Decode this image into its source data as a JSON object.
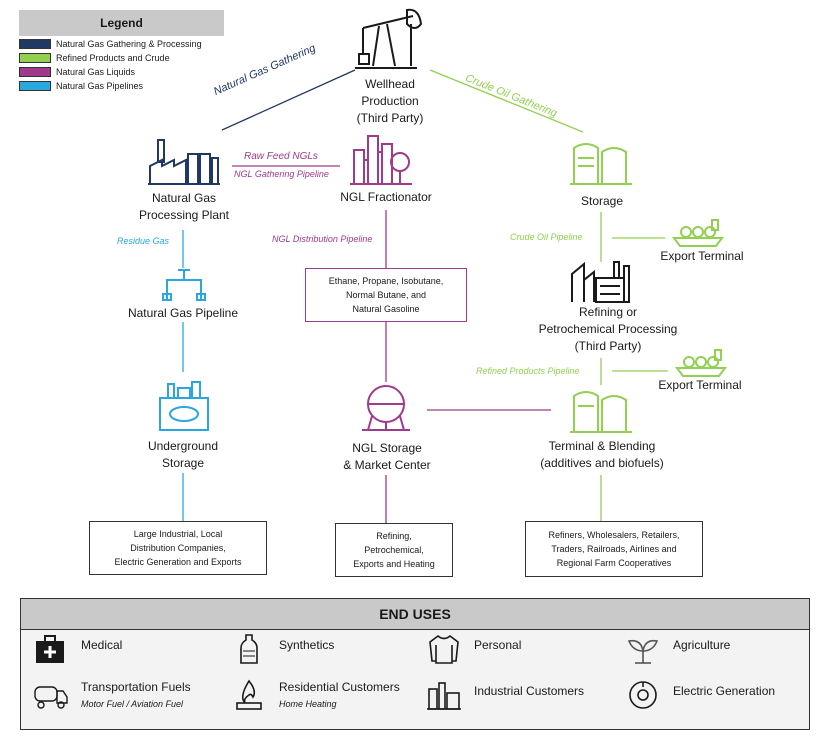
{
  "legend": {
    "title": "Legend",
    "items": [
      {
        "label": "Natural Gas Gathering & Processing",
        "color": "#1f3864"
      },
      {
        "label": "Refined Products and Crude",
        "color": "#92d050"
      },
      {
        "label": "Natural Gas Liquids",
        "color": "#a03a8e"
      },
      {
        "label": "Natural Gas Pipelines",
        "color": "#29a8e0"
      }
    ]
  },
  "nodes": {
    "wellhead": {
      "line1": "Wellhead",
      "line2": "Production",
      "line3": "(Third Party)"
    },
    "gas_plant": {
      "line1": "Natural Gas",
      "line2": "Processing Plant"
    },
    "fractionator": {
      "label": "NGL Fractionator"
    },
    "storage": {
      "label": "Storage"
    },
    "export1": {
      "label": "Export Terminal"
    },
    "refining": {
      "line1": "Refining or",
      "line2": "Petrochemical Processing",
      "line3": "(Third Party)"
    },
    "export2": {
      "label": "Export Terminal"
    },
    "gas_pipeline": {
      "label": "Natural Gas Pipeline"
    },
    "underground": {
      "line1": "Underground",
      "line2": "Storage"
    },
    "ngl_storage": {
      "line1": "NGL Storage",
      "line2": "& Market Center"
    },
    "terminal": {
      "line1": "Terminal & Blending",
      "line2": "(additives and biofuels)"
    }
  },
  "pipelines": {
    "gas_gathering": "Natural Gas Gathering",
    "crude_gathering": "Crude Oil Gathering",
    "raw_feed": "Raw Feed NGLs",
    "ngl_gathering": "NGL Gathering Pipeline",
    "residue_gas": "Residue Gas",
    "ngl_distribution": "NGL Distribution Pipeline",
    "crude_pipeline": "Crude Oil Pipeline",
    "refined_pipeline": "Refined Products Pipeline"
  },
  "boxes": {
    "ngl_products": {
      "line1": "Ethane, Propane, Isobutane,",
      "line2": "Normal Butane, and",
      "line3": "Natural Gasoline"
    },
    "gas_customers": {
      "line1": "Large Industrial, Local",
      "line2": "Distribution Companies,",
      "line3": "Electric Generation and Exports"
    },
    "ngl_customers": {
      "line1": "Refining,",
      "line2": "Petrochemical,",
      "line3": "Exports and Heating"
    },
    "fuel_customers": {
      "line1": "Refiners, Wholesalers, Retailers,",
      "line2": "Traders, Railroads, Airlines and",
      "line3": "Regional Farm Cooperatives"
    }
  },
  "end_uses": {
    "title": "END USES",
    "items": [
      {
        "label": "Medical",
        "icon": "medical-kit-icon"
      },
      {
        "label": "Synthetics",
        "icon": "bottle-icon"
      },
      {
        "label": "Personal",
        "icon": "shirt-icon"
      },
      {
        "label": "Agriculture",
        "icon": "leaves-icon"
      },
      {
        "label": "Transportation Fuels",
        "sub": "Motor Fuel / Aviation Fuel",
        "icon": "tanker-truck-icon"
      },
      {
        "label": "Residential Customers",
        "sub": "Home Heating",
        "icon": "flame-icon"
      },
      {
        "label": "Industrial Customers",
        "icon": "factory-icon"
      },
      {
        "label": "Electric Generation",
        "icon": "power-icon"
      }
    ]
  }
}
